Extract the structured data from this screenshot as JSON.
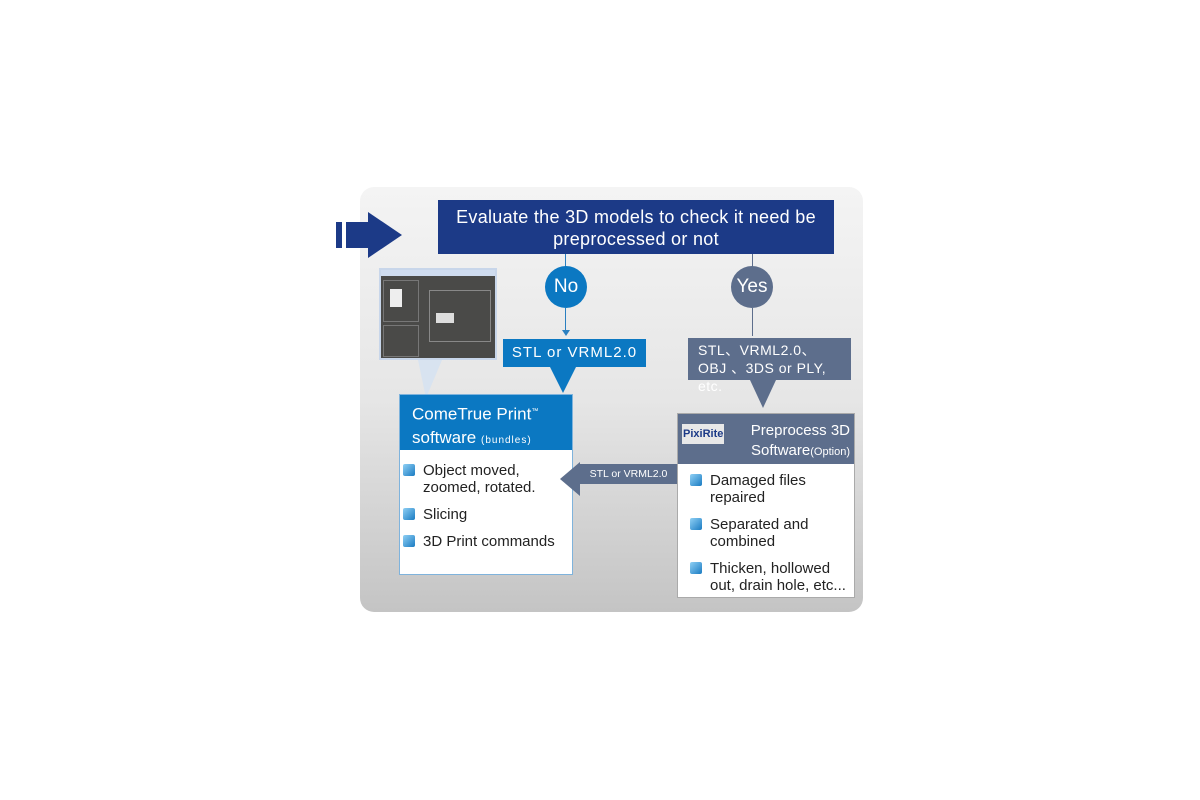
{
  "title": "Evaluate the 3D models to check it need be preprocessed or not",
  "no_label": "No",
  "yes_label": "Yes",
  "no_format": "STL or VRML2.0",
  "yes_format": "STL、VRML2.0、OBJ 、3DS or PLY, etc.",
  "transfer_format": "STL or VRML2.0",
  "cometrue": {
    "title": "ComeTrue Print",
    "tm": "™",
    "subtitle": "software",
    "note": "(bundles)",
    "items": [
      "Object moved, zoomed, rotated.",
      "Slicing",
      "3D Print commands"
    ]
  },
  "pixirite": {
    "logo": "PixiRite",
    "title": "Preprocess 3D",
    "subtitle": "Software",
    "note": "(Option)",
    "items": [
      "Damaged files repaired",
      "Separated and combined",
      "Thicken, hollowed out, drain hole, etc..."
    ]
  }
}
